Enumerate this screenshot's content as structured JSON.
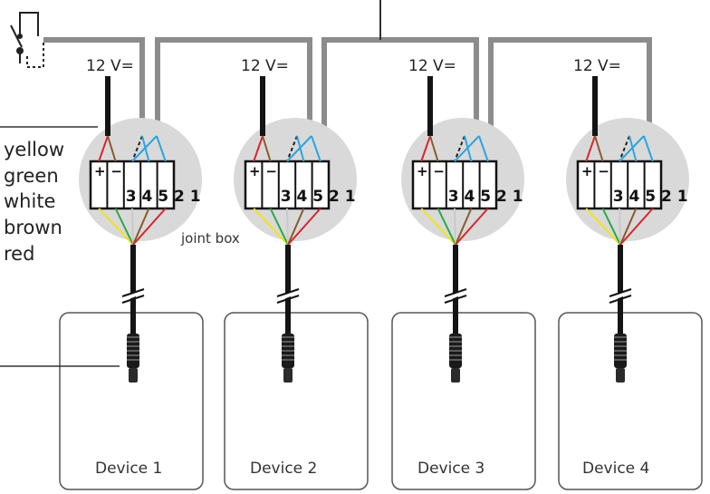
{
  "colors": {
    "bus": "#8c8c8c",
    "circle": "#d9d9d9",
    "cable": "#141414",
    "red": "#d6272e",
    "brown": "#8a5a2b",
    "white": "#c9c9c9",
    "green": "#2aa84a",
    "yellow": "#f2e21b",
    "blue": "#2aa6e0",
    "device_border": "#555555"
  },
  "legend": {
    "yellow": "yellow",
    "green": "green",
    "white": "white",
    "brown": "brown",
    "red": "red"
  },
  "joint_box_label": "joint box",
  "terminals": {
    "plus": "+",
    "minus": "−",
    "numbers": "3 4 5 2 1"
  },
  "units": [
    {
      "voltage": "12 V=",
      "device": "Device 1"
    },
    {
      "voltage": "12 V=",
      "device": "Device 2"
    },
    {
      "voltage": "12 V=",
      "device": "Device 3"
    },
    {
      "voltage": "12 V=",
      "device": "Device 4"
    }
  ],
  "icons": [
    "switch-icon",
    "connector-plug-icon",
    "cable-break-icon"
  ]
}
